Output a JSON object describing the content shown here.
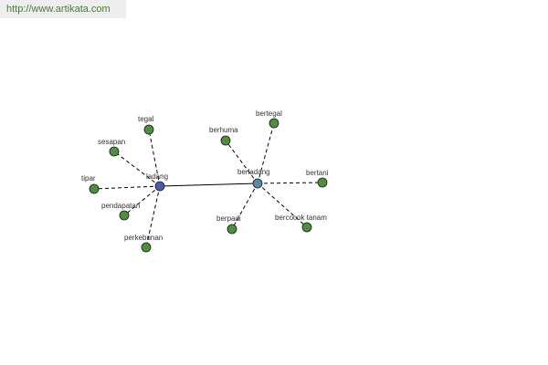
{
  "source_link": "http://www.artikata.com",
  "colors": {
    "leaf": "#4e8e3e",
    "root": "#4a5bb0",
    "hub": "#5a8aa8",
    "edge": "#000000",
    "url_text": "#4a7a3a"
  },
  "nodes": [
    {
      "id": "ladang",
      "label": "ladang",
      "role": "root"
    },
    {
      "id": "berladang",
      "label": "berladang",
      "role": "hub"
    },
    {
      "id": "tegal",
      "label": "tegal",
      "role": "leaf"
    },
    {
      "id": "sesapan",
      "label": "sesapan",
      "role": "leaf"
    },
    {
      "id": "tipar",
      "label": "tipar",
      "role": "leaf"
    },
    {
      "id": "pendapatan",
      "label": "pendapatan",
      "role": "leaf"
    },
    {
      "id": "perkebunan",
      "label": "perkebunan",
      "role": "leaf"
    },
    {
      "id": "berhuma",
      "label": "berhuma",
      "role": "leaf"
    },
    {
      "id": "bertegal",
      "label": "bertegal",
      "role": "leaf"
    },
    {
      "id": "bertani",
      "label": "bertani",
      "role": "leaf"
    },
    {
      "id": "berpadi",
      "label": "berpadi",
      "role": "leaf"
    },
    {
      "id": "bercocok-tanam",
      "label": "bercocok tanam",
      "role": "leaf"
    }
  ],
  "edges": [
    {
      "from": "ladang",
      "to": "berladang",
      "style": "solid"
    },
    {
      "from": "ladang",
      "to": "tegal",
      "style": "dashed"
    },
    {
      "from": "ladang",
      "to": "sesapan",
      "style": "dashed"
    },
    {
      "from": "ladang",
      "to": "tipar",
      "style": "dashed"
    },
    {
      "from": "ladang",
      "to": "pendapatan",
      "style": "dashed"
    },
    {
      "from": "ladang",
      "to": "perkebunan",
      "style": "dashed"
    },
    {
      "from": "berladang",
      "to": "berhuma",
      "style": "dashed"
    },
    {
      "from": "berladang",
      "to": "bertegal",
      "style": "dashed"
    },
    {
      "from": "berladang",
      "to": "bertani",
      "style": "dashed"
    },
    {
      "from": "berladang",
      "to": "berpadi",
      "style": "dashed"
    },
    {
      "from": "berladang",
      "to": "bercocok-tanam",
      "style": "dashed"
    }
  ]
}
